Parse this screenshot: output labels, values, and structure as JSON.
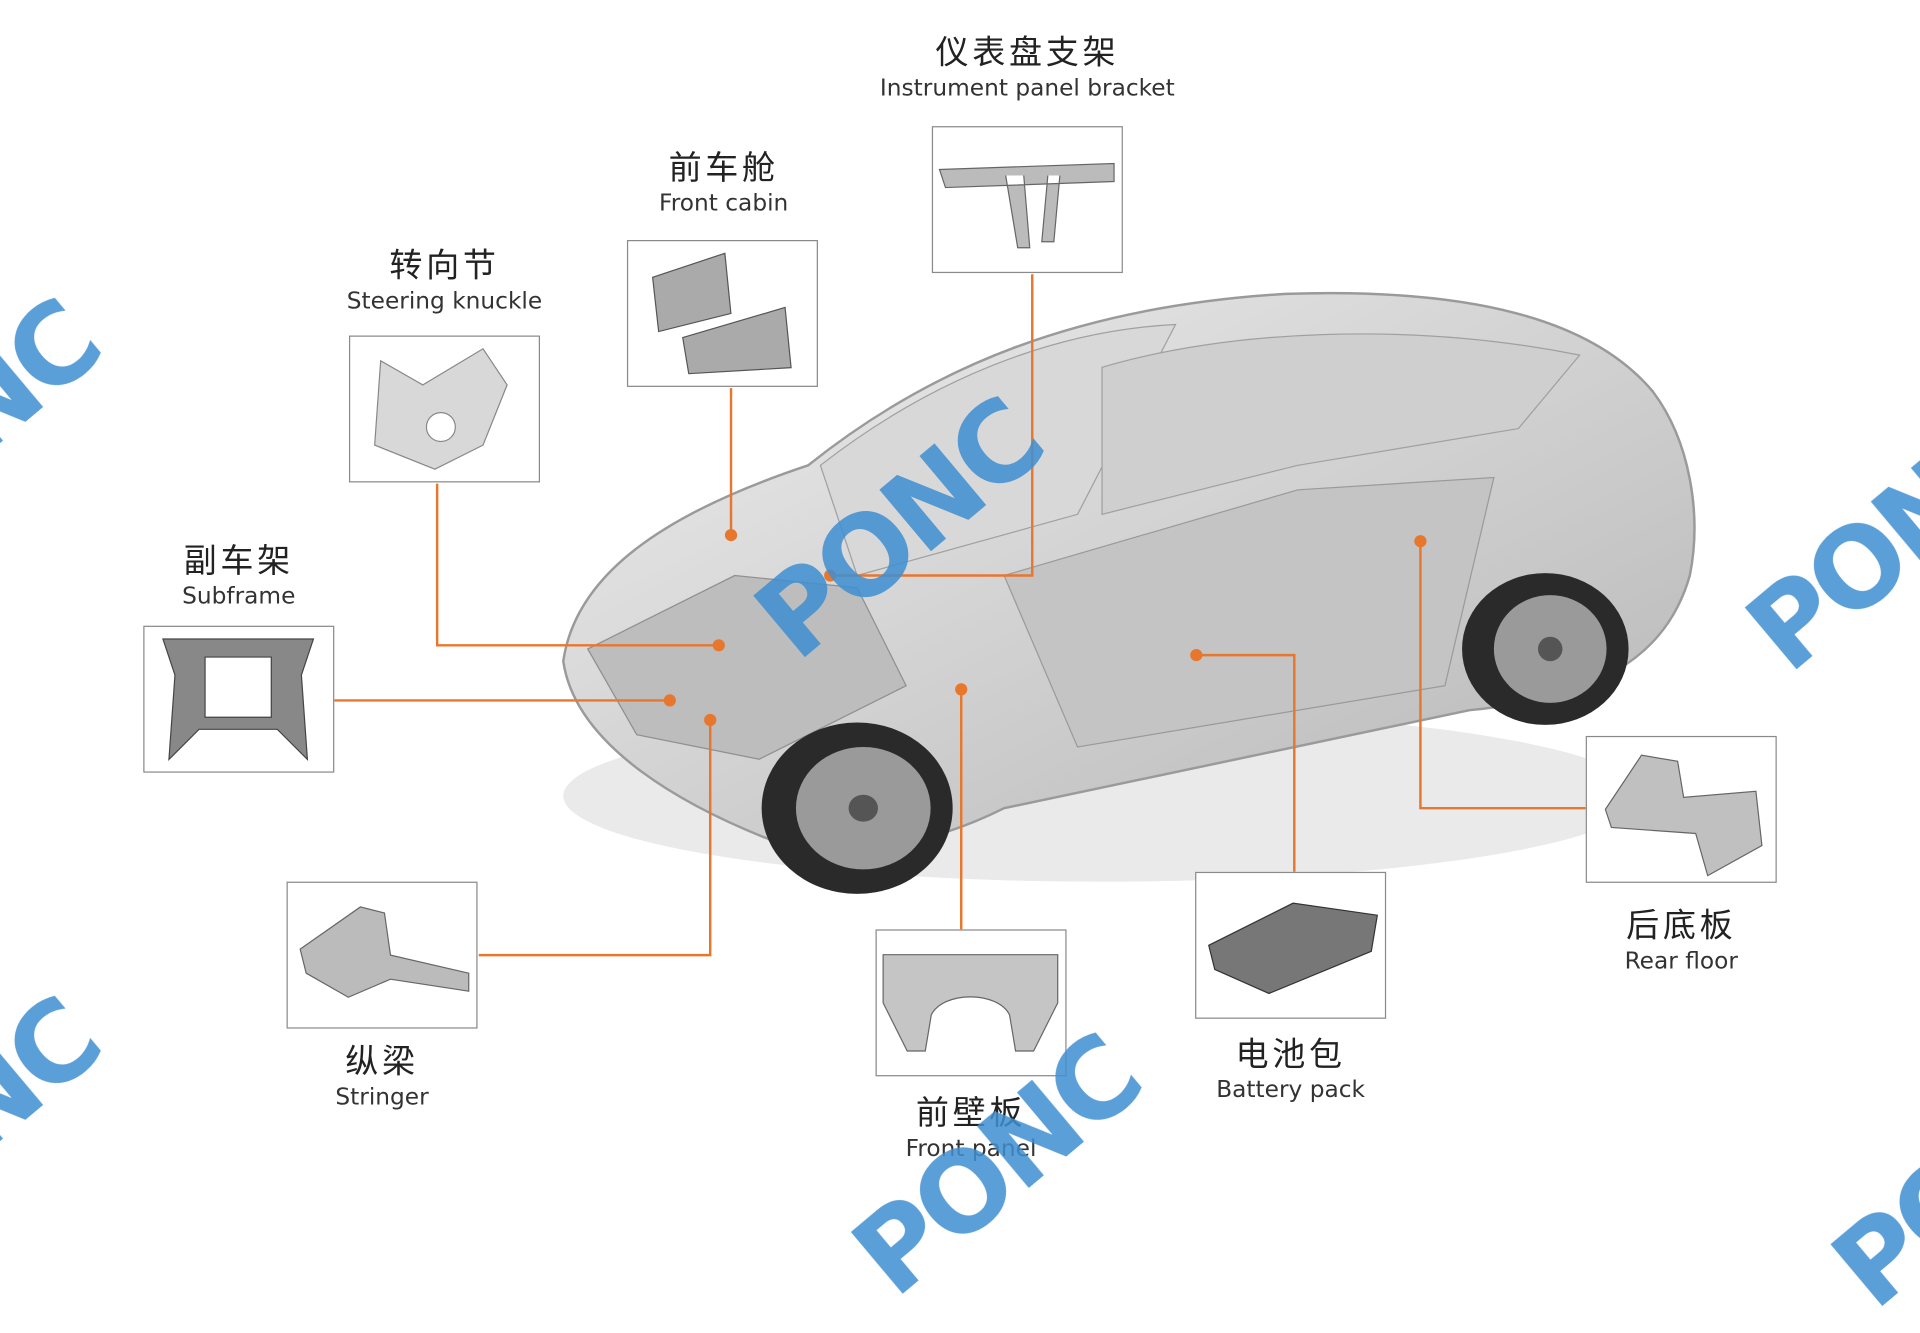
{
  "colors": {
    "accent": "#e8772e",
    "watermark": "#3f8fd2",
    "car": "#c8c8c8"
  },
  "watermark": "PONC",
  "parts": [
    {
      "id": "instrument-panel-bracket",
      "zh": "仪表盘支架",
      "en": "Instrument panel bracket"
    },
    {
      "id": "front-cabin",
      "zh": "前车舱",
      "en": "Front cabin"
    },
    {
      "id": "steering-knuckle",
      "zh": "转向节",
      "en": "Steering knuckle"
    },
    {
      "id": "subframe",
      "zh": "副车架",
      "en": "Subframe"
    },
    {
      "id": "stringer",
      "zh": "纵梁",
      "en": "Stringer"
    },
    {
      "id": "front-panel",
      "zh": "前壁板",
      "en": "Front panel"
    },
    {
      "id": "battery-pack",
      "zh": "电池包",
      "en": "Battery pack"
    },
    {
      "id": "rear-floor",
      "zh": "后底板",
      "en": "Rear floor"
    }
  ]
}
